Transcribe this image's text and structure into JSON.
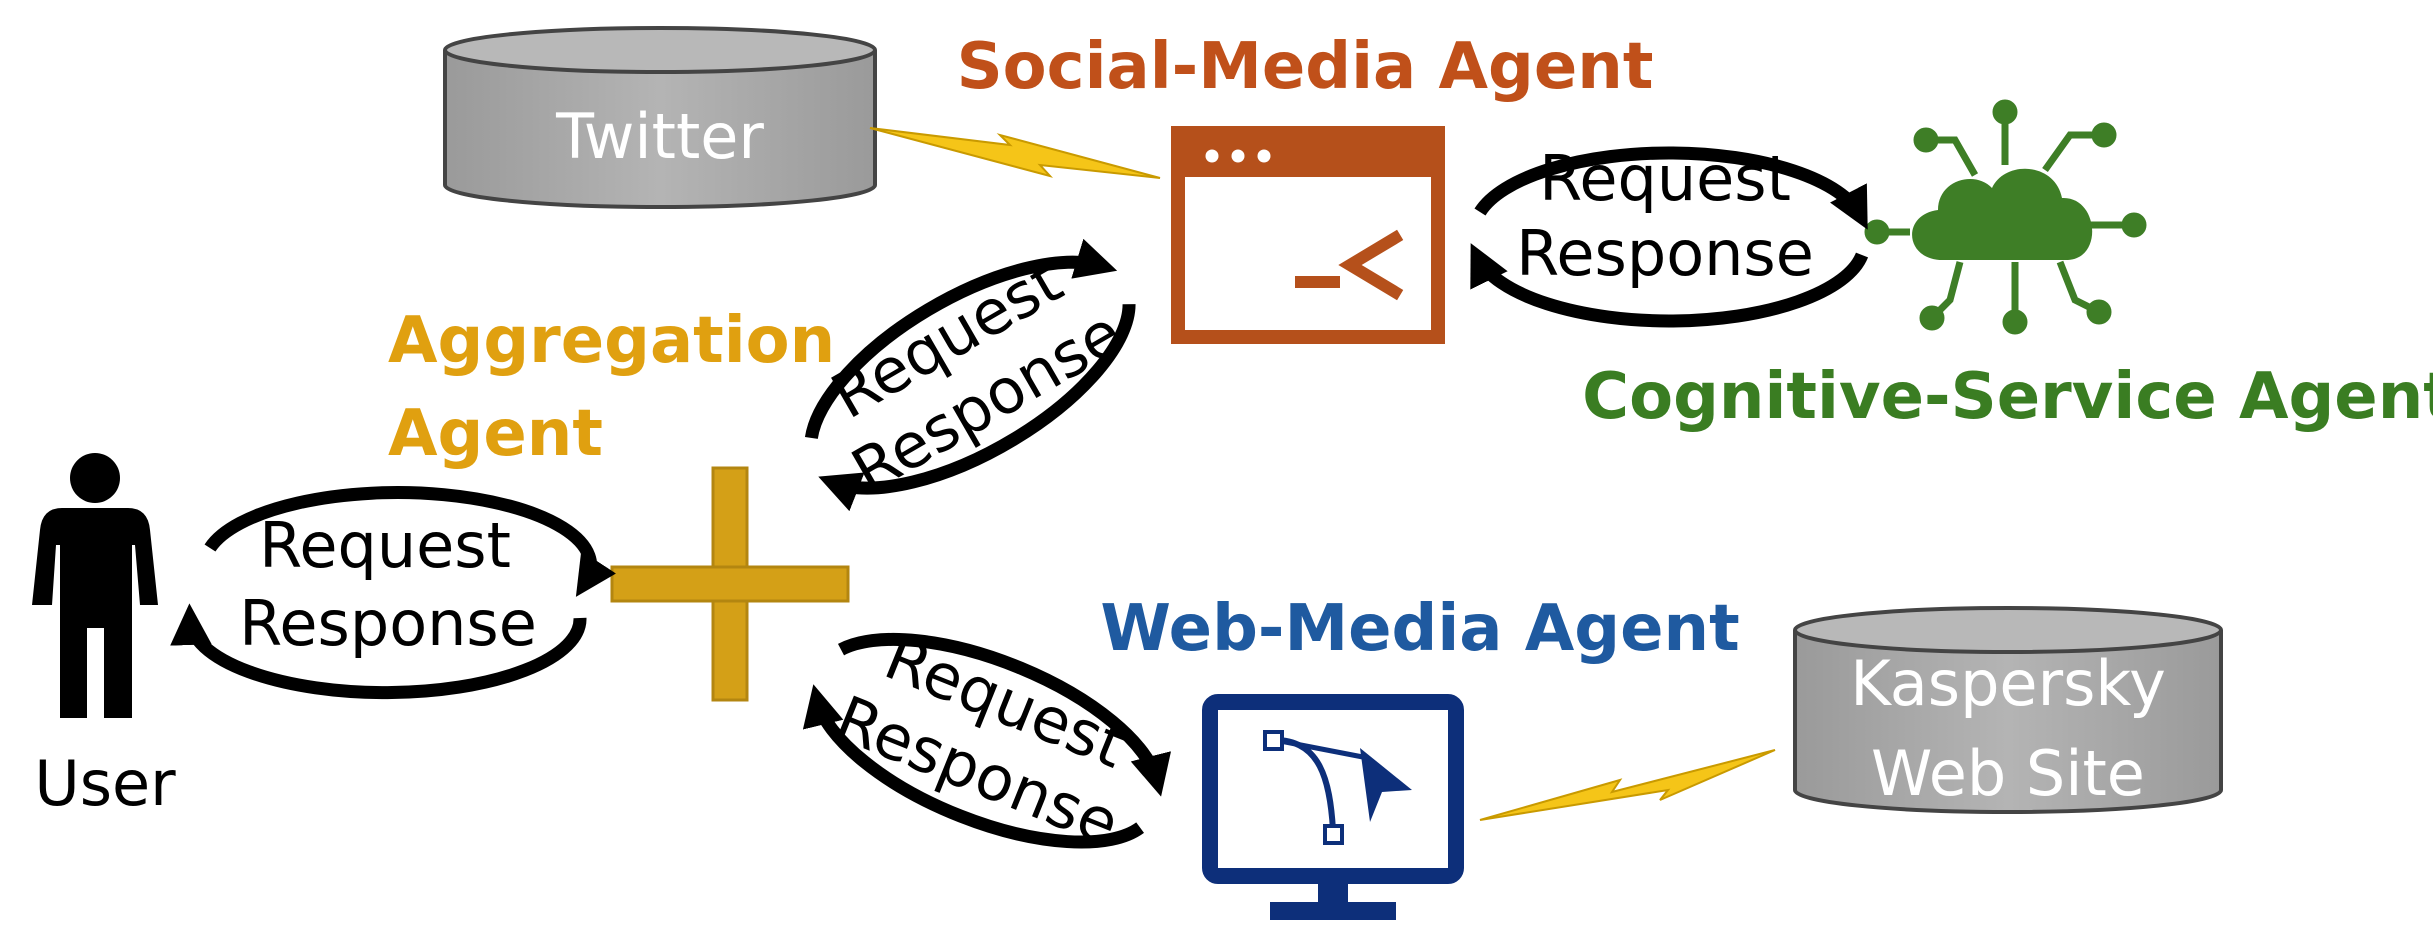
{
  "user": {
    "label": "User"
  },
  "aggregation": {
    "line1": "Aggregation",
    "line2": "Agent",
    "color": "#e0a010",
    "plus_color": "#d4a017"
  },
  "social_media": {
    "title": "Social-Media Agent",
    "color": "#c0501a",
    "icon": "terminal-window-icon"
  },
  "web_media": {
    "title": "Web-Media Agent",
    "color": "#1f5aa0",
    "icon": "monitor-bezier-icon"
  },
  "cognitive": {
    "title": "Cognitive-Service Agent",
    "color": "#3a7d22",
    "icon": "cloud-circuit-icon"
  },
  "twitter": {
    "label": "Twitter"
  },
  "kaspersky": {
    "line1": "Kaspersky",
    "line2": "Web Site"
  },
  "exchanges": {
    "user_aggregation": {
      "request": "Request",
      "response": "Response"
    },
    "aggregation_social": {
      "request": "Request",
      "response": "Response"
    },
    "social_cognitive": {
      "request": "Request",
      "response": "Response"
    },
    "aggregation_web": {
      "request": "Request",
      "response": "Response"
    }
  },
  "colors": {
    "database_fill": "#a8a8a8",
    "lightning": "#f5c518",
    "arrow": "#000000"
  }
}
